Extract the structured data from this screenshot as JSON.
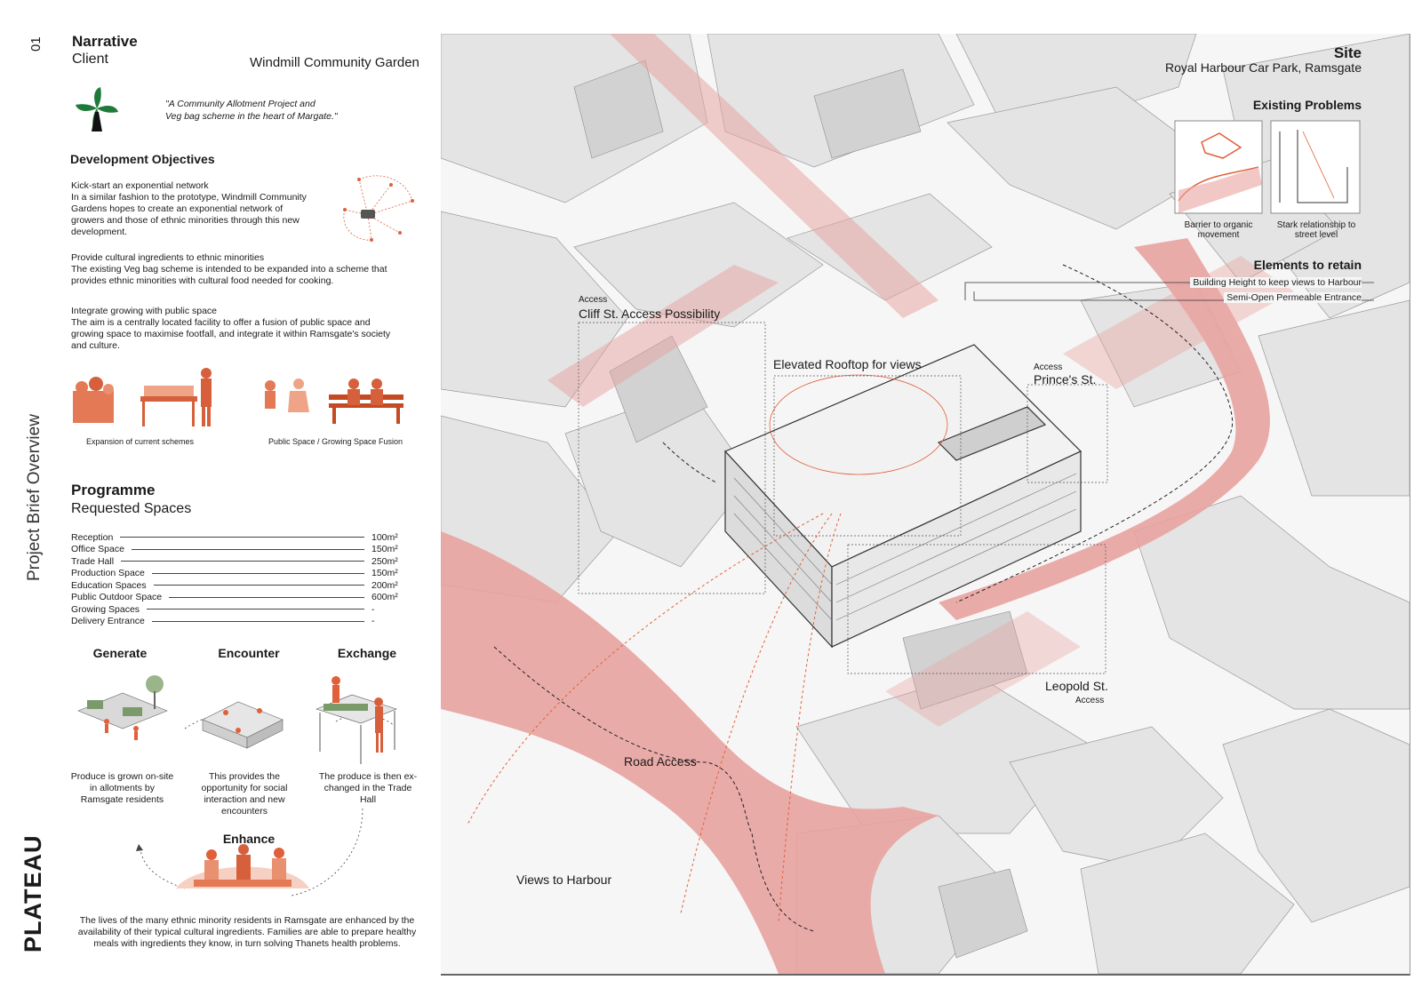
{
  "sheet": {
    "number": "01",
    "side_title": "Project Brief Overview",
    "brand": "PLATEAU"
  },
  "narrative": {
    "heading": "Narrative",
    "client_label": "Client",
    "client_name": "Windmill Community Garden",
    "quote_line1": "\"A Community Allotment Project and",
    "quote_line2": "Veg bag scheme in the heart of Margate.\""
  },
  "objectives": {
    "heading": "Development Objectives",
    "items": [
      {
        "title": "Kick-start an exponential network",
        "lines": [
          "In a similar fashion to the prototype, Windmill Community",
          "Gardens hopes to create an exponential network of",
          "growers and those of ethnic minorities through this new",
          "development."
        ]
      },
      {
        "title": "Provide cultural ingredients to ethnic minorities",
        "lines": [
          "The existing Veg bag scheme is intended to be expanded into a scheme that",
          "provides ethnic minorities with cultural food needed for cooking."
        ]
      },
      {
        "title": "Integrate growing with public space",
        "lines": [
          "The aim is a centrally located facility to offer a fusion of public space and",
          "growing space to maximise footfall, and integrate it within Ramsgate's society",
          "and culture."
        ]
      }
    ],
    "caption_left": "Expansion of current schemes",
    "caption_right": "Public Space / Growing Space Fusion"
  },
  "programme": {
    "heading": "Programme",
    "subheading": "Requested Spaces",
    "rows": [
      {
        "name": "Reception",
        "area": "100m²"
      },
      {
        "name": "Office Space",
        "area": "150m²"
      },
      {
        "name": "Trade Hall",
        "area": "250m²"
      },
      {
        "name": "Production Space",
        "area": "150m²"
      },
      {
        "name": "Education Spaces",
        "area": "200m²"
      },
      {
        "name": "Public Outdoor Space",
        "area": "600m²"
      },
      {
        "name": "Growing Spaces",
        "area": "-"
      },
      {
        "name": "Delivery Entrance",
        "area": "-"
      }
    ]
  },
  "cycle": {
    "generate": {
      "title": "Generate",
      "lines": [
        "Produce is grown on-site",
        "in allotments by",
        "Ramsgate residents"
      ]
    },
    "encounter": {
      "title": "Encounter",
      "lines": [
        "This provides the",
        "opportunity for social",
        "interaction and new",
        "encounters"
      ]
    },
    "exchange": {
      "title": "Exchange",
      "lines": [
        "The produce is then ex-",
        "changed in the Trade",
        "Hall"
      ]
    },
    "enhance": {
      "title": "Enhance"
    },
    "footer_lines": [
      "The lives of the many ethnic minority residents in Ramsgate are enhanced by the",
      "availability of their typical cultural ingredients. Families are able to prepare healthy",
      "meals with ingredients they know, in turn solving Thanets health problems."
    ]
  },
  "site": {
    "heading": "Site",
    "location": "Royal Harbour Car Park, Ramsgate",
    "problems_heading": "Existing Problems",
    "problem_captions": [
      [
        "Barrier to organic",
        "movement"
      ],
      [
        "Stark relationship to",
        "street level"
      ]
    ],
    "retain_heading": "Elements to retain",
    "retain_items": [
      "Building Height to keep views to Harbour",
      "Semi-Open Permeable Entrance"
    ],
    "labels": {
      "access_cliff_small": "Access",
      "access_cliff": "Cliff St. Access Possibility",
      "rooftop": "Elevated Rooftop for views",
      "access_prince_small": "Access",
      "prince": "Prince's St.",
      "leopold": "Leopold St.",
      "leopold_small": "Access",
      "road": "Road Access",
      "views": "Views to Harbour"
    }
  },
  "colors": {
    "accent": "#e0603a",
    "road": "#e8a3a0",
    "building": "#e2e2e2"
  }
}
